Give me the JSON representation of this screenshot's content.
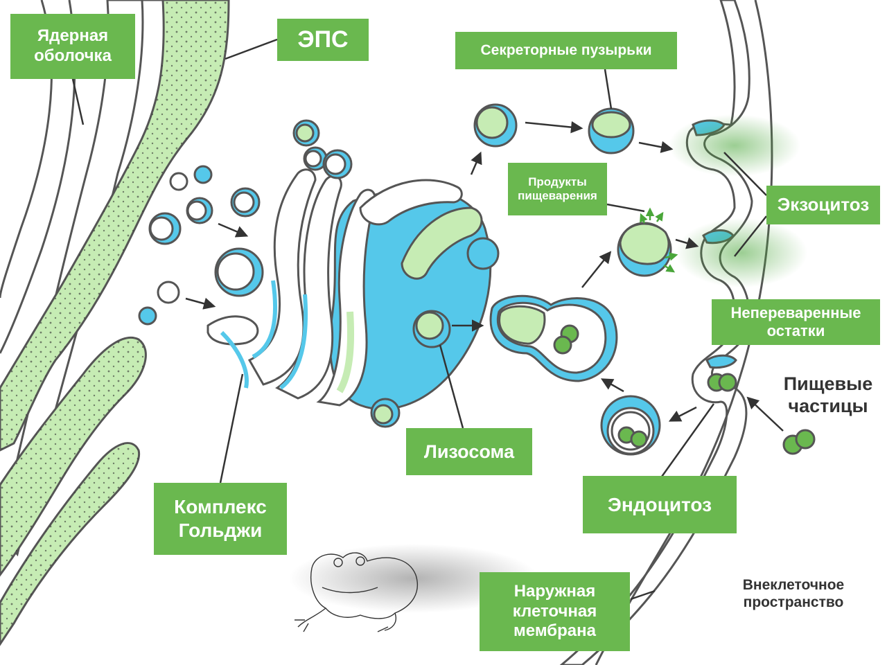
{
  "colors": {
    "label_bg": "#6ab84f",
    "label_text": "#ffffff",
    "lumen_blue": "#55c8ea",
    "er_green": "#c6ecb4",
    "outline": "#555555",
    "particle_green": "#4aa63a",
    "dark_text": "#333333"
  },
  "labels": {
    "nuclear_envelope": [
      "Ядерная",
      "оболочка"
    ],
    "er": "ЭПС",
    "secretory_vesicles": "Секреторные пузырьки",
    "digestion_products": [
      "Продукты",
      "пищеварения"
    ],
    "exocytosis": "Экзоцитоз",
    "undigested_remains": [
      "Непереваренные",
      "остатки"
    ],
    "food_particles": [
      "Пищевые",
      "частицы"
    ],
    "lysosome": "Лизосома",
    "golgi": [
      "Комплекс",
      "Гольджи"
    ],
    "endocytosis": "Эндоцитоз",
    "outer_membrane": [
      "Наружная",
      "клеточная",
      "мембрана"
    ],
    "extracellular_space": [
      "Внеклеточное",
      "пространство"
    ]
  },
  "icons": {
    "mascot": "frog-sketch-icon"
  }
}
